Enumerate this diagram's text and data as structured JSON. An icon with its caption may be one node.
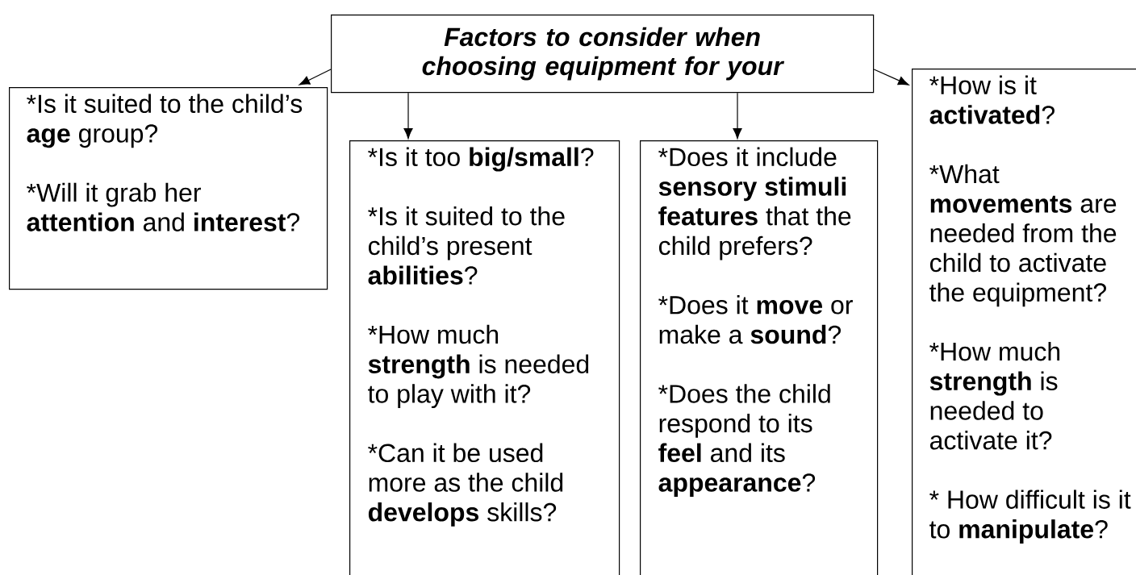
{
  "diagram": {
    "nodes": [
      {
        "text": [
          "Factors to consider when choosing equipment for your"
        ]
      },
      {
        "text": [
          "*Is it suited to the child’s **age** group?",
          "*Will it grab her **attention** and **interest**?"
        ]
      },
      {
        "text": [
          "*Is it too **big/small**?",
          "*Is it suited to the child’s present **abilities**?",
          "*How much **strength** is needed to play with it?",
          "*Can it be used more as the child **develops** skills?"
        ]
      },
      {
        "text": [
          "*Does it include **sensory stimuli features** that the child prefers?",
          "*Does it **move** or make a **sound**?",
          "*Does the child respond to its **feel** and its **appearance**?"
        ]
      },
      {
        "text": [
          "*How is it **activated**?",
          "*What **movements** are needed from the child to activate the equipment?",
          "*How much **strength** is needed to activate it?",
          "* How difficult is it to **manipulate**?"
        ]
      }
    ],
    "edges": [
      {
        "from": 0,
        "to": 1,
        "arrow": "to"
      },
      {
        "from": 0,
        "to": 2,
        "arrow": "to"
      },
      {
        "from": 0,
        "to": 3,
        "arrow": "to"
      },
      {
        "from": 0,
        "to": 4,
        "arrow": "to"
      }
    ]
  }
}
